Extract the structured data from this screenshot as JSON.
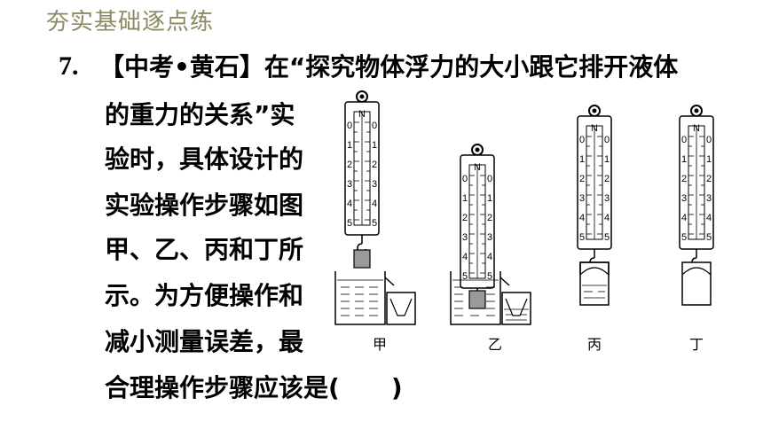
{
  "header": {
    "title": "夯实基础逐点练"
  },
  "question": {
    "number": "7.",
    "lines": [
      "【中考•黄石】在“探究物体浮力的大小跟它排开液体",
      "的重力的关系”实",
      "验时，具体设计的",
      "实验操作步骤如图",
      "甲、乙、丙和丁所",
      "示。为方便操作和",
      "减小测量误差，最",
      "合理操作步骤应该是("
    ],
    "close_paren": ")"
  },
  "figure": {
    "spring_scale": {
      "top_label": "N",
      "scale_numbers": [
        "0",
        "1",
        "2",
        "3",
        "4",
        "5"
      ]
    },
    "captions": [
      "甲",
      "乙",
      "丙",
      "丁"
    ]
  }
}
